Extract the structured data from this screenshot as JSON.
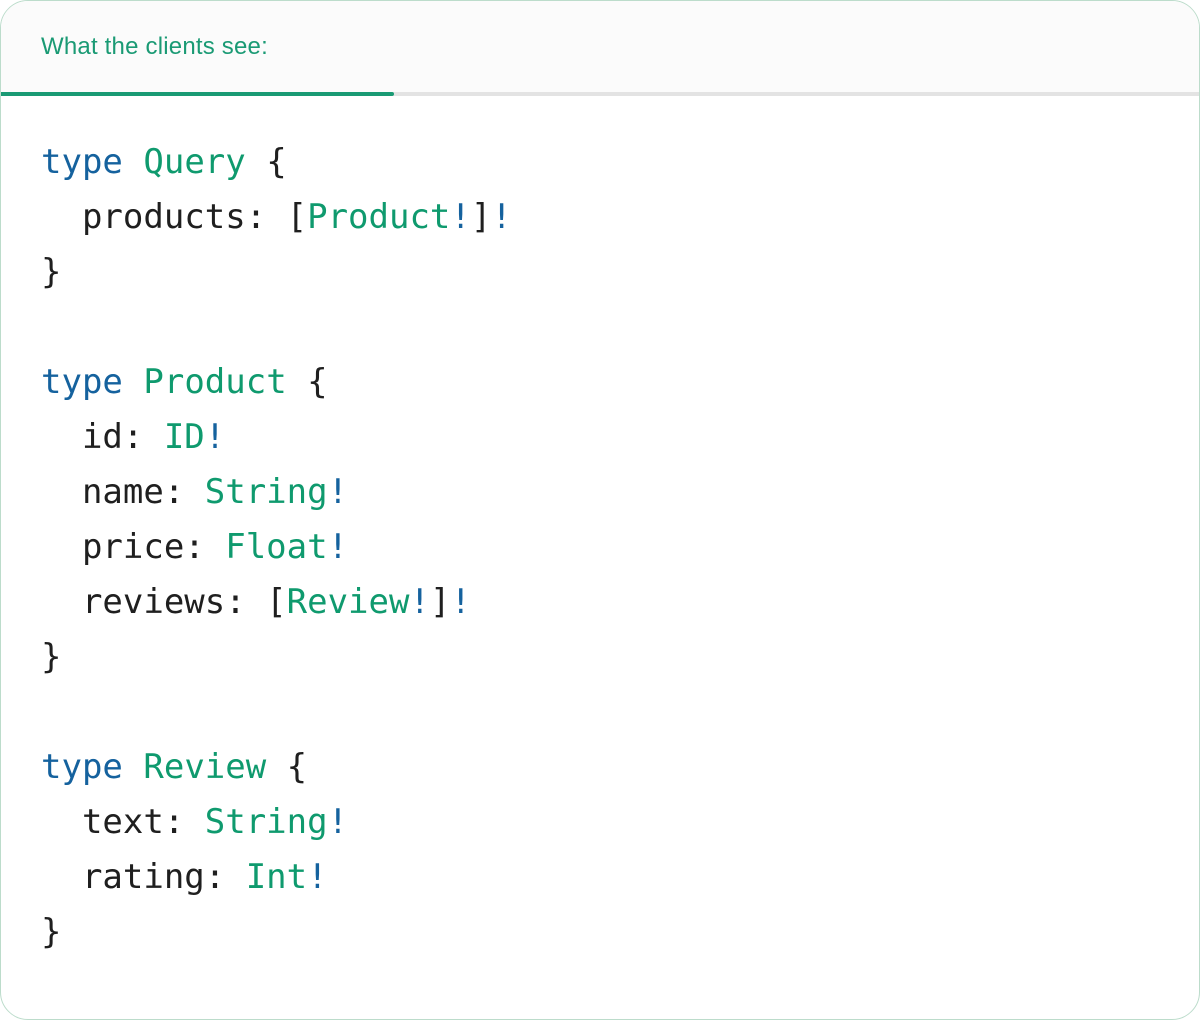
{
  "tab": {
    "label": "What the clients see:"
  },
  "colors": {
    "accent": "#1a9a74",
    "keyword": "#15629e",
    "type_name": "#0f9a6e",
    "bang": "#15629e",
    "plain": "#1f1f1f",
    "divider": "#e3e3e3",
    "card_border": "#bcdccb",
    "tab_bg": "#fbfbfb",
    "card_bg": "#ffffff"
  },
  "code": {
    "language": "graphql",
    "lines": [
      [
        [
          "kw",
          "type"
        ],
        [
          "pln",
          " "
        ],
        [
          "typ",
          "Query"
        ],
        [
          "pln",
          " {"
        ]
      ],
      [
        [
          "pln",
          "  products: ["
        ],
        [
          "typ",
          "Product"
        ],
        [
          "bang",
          "!"
        ],
        [
          "pln",
          "]"
        ],
        [
          "bang",
          "!"
        ]
      ],
      [
        [
          "pln",
          "}"
        ]
      ],
      [],
      [
        [
          "kw",
          "type"
        ],
        [
          "pln",
          " "
        ],
        [
          "typ",
          "Product"
        ],
        [
          "pln",
          " {"
        ]
      ],
      [
        [
          "pln",
          "  id: "
        ],
        [
          "typ",
          "ID"
        ],
        [
          "bang",
          "!"
        ]
      ],
      [
        [
          "pln",
          "  name: "
        ],
        [
          "typ",
          "String"
        ],
        [
          "bang",
          "!"
        ]
      ],
      [
        [
          "pln",
          "  price: "
        ],
        [
          "typ",
          "Float"
        ],
        [
          "bang",
          "!"
        ]
      ],
      [
        [
          "pln",
          "  reviews: ["
        ],
        [
          "typ",
          "Review"
        ],
        [
          "bang",
          "!"
        ],
        [
          "pln",
          "]"
        ],
        [
          "bang",
          "!"
        ]
      ],
      [
        [
          "pln",
          "}"
        ]
      ],
      [],
      [
        [
          "kw",
          "type"
        ],
        [
          "pln",
          " "
        ],
        [
          "typ",
          "Review"
        ],
        [
          "pln",
          " {"
        ]
      ],
      [
        [
          "pln",
          "  text: "
        ],
        [
          "typ",
          "String"
        ],
        [
          "bang",
          "!"
        ]
      ],
      [
        [
          "pln",
          "  rating: "
        ],
        [
          "typ",
          "Int"
        ],
        [
          "bang",
          "!"
        ]
      ],
      [
        [
          "pln",
          "}"
        ]
      ]
    ]
  }
}
